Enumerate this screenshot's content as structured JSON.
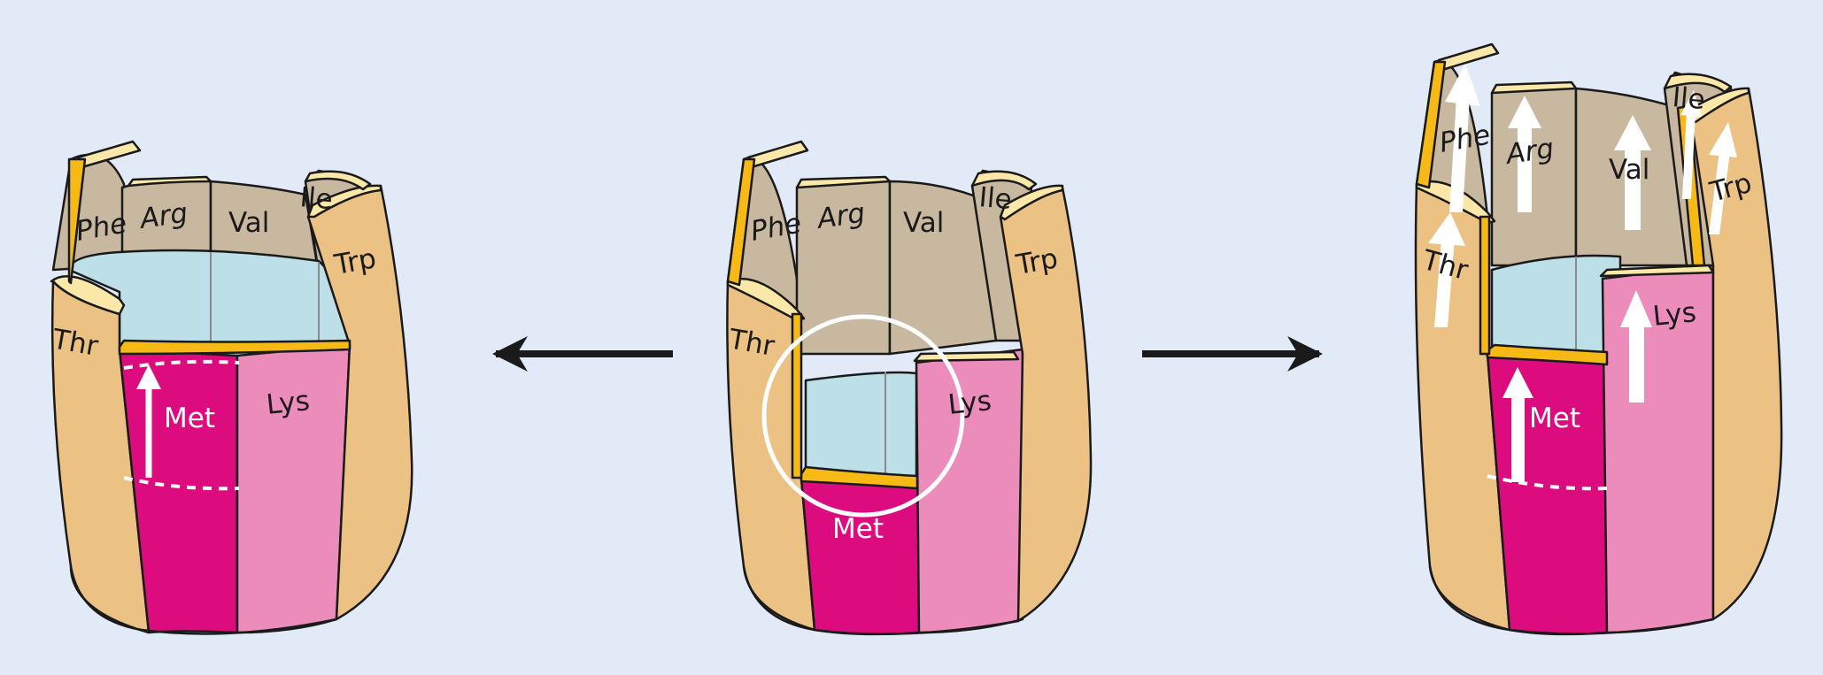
{
  "colors": {
    "background": "#e2e9f7",
    "thr_trp_stave": "#ecc184",
    "stave_top": "#fbe7a8",
    "stave_edge": "#f7b916",
    "inner_stave": "#c8b8a0",
    "met_stave": "#dc0c7e",
    "lys_stave": "#ec8cba",
    "water": "#bcdfe8",
    "outline": "#1a1a1a"
  },
  "barrels": [
    {
      "id": "left",
      "labels": {
        "phe": "Phe",
        "arg": "Arg",
        "val": "Val",
        "ile": "Ile",
        "thr": "Thr",
        "trp": "Trp",
        "met": "Met",
        "lys": "Lys"
      }
    },
    {
      "id": "middle",
      "labels": {
        "phe": "Phe",
        "arg": "Arg",
        "val": "Val",
        "ile": "Ile",
        "thr": "Thr",
        "trp": "Trp",
        "met": "Met",
        "lys": "Lys"
      }
    },
    {
      "id": "right",
      "labels": {
        "phe": "Phe",
        "arg": "Arg",
        "val": "Val",
        "ile": "Ile",
        "thr": "Thr",
        "trp": "Trp",
        "met": "Met",
        "lys": "Lys"
      }
    }
  ],
  "arrows": {
    "left": "arrow-left",
    "right": "arrow-right"
  }
}
